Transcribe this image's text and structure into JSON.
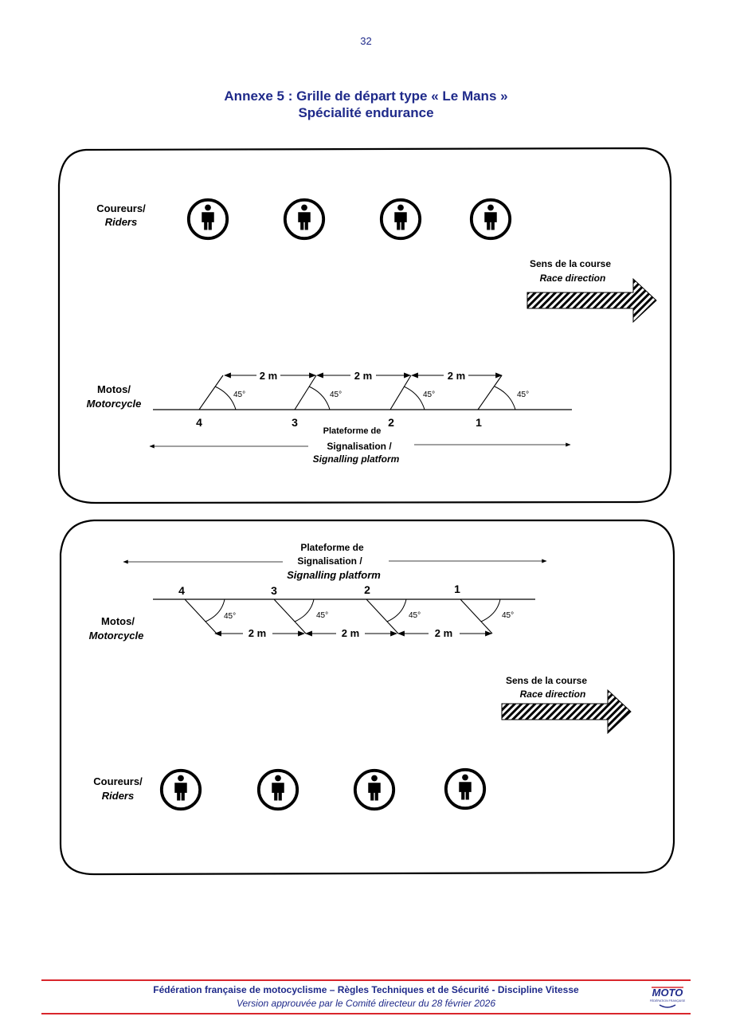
{
  "page_number": "32",
  "title_line1": "Annexe 5 : Grille de départ type « Le Mans »",
  "title_line2": "Spécialité endurance",
  "diagram1": {
    "riders_label_fr": "Coureurs/",
    "riders_label_en": "Riders",
    "race_direction_fr": "Sens de la course",
    "race_direction_en": "Race direction",
    "motos_label_fr": "Motos/",
    "motos_label_en": "Motorcycle",
    "positions": [
      "4",
      "3",
      "2",
      "1"
    ],
    "angle_labels": [
      "45°",
      "45°",
      "45°",
      "45°"
    ],
    "spacing_labels": [
      "2 m",
      "2 m",
      "2 m"
    ],
    "platform_line1": "Plateforme de",
    "platform_line2": "Signalisation /",
    "platform_line3": "Signalling platform"
  },
  "diagram2": {
    "platform_line1": "Plateforme de",
    "platform_line2": "Signalisation /",
    "platform_line3": "Signalling platform",
    "positions": [
      "4",
      "3",
      "2",
      "1"
    ],
    "motos_label_fr": "Motos/",
    "motos_label_en": "Motorcycle",
    "angle_labels": [
      "45°",
      "45°",
      "45°",
      "45°"
    ],
    "spacing_labels": [
      "2 m",
      "2 m",
      "2 m"
    ],
    "race_direction_fr": "Sens de la  course",
    "race_direction_en": "Race direction",
    "riders_label_fr": "Coureurs/",
    "riders_label_en": "Riders"
  },
  "footer": {
    "line1": "Fédération française de motocyclisme – Règles Techniques et de Sécurité - Discipline Vitesse",
    "line2": "Version approuvée par le Comité directeur du 28 février 2026",
    "logo_text": "MOTO",
    "logo_sub": "FÉDÉRATION FRANÇAISE"
  },
  "colors": {
    "title_blue": "#1f2a8a",
    "footer_red": "#d9262c"
  }
}
